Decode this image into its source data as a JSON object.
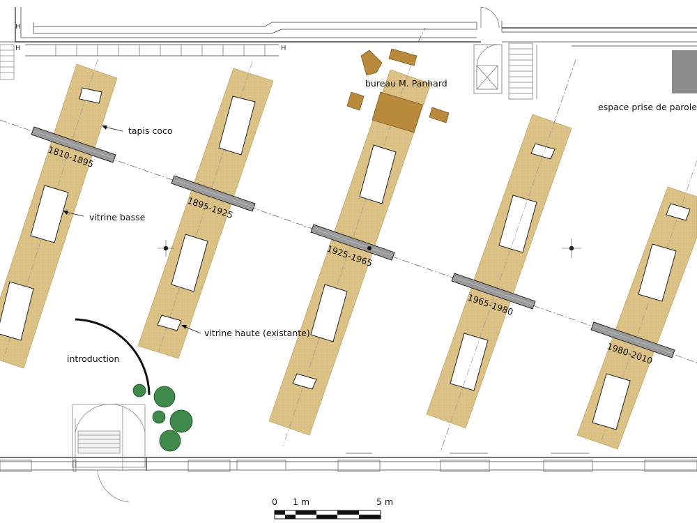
{
  "labels": {
    "tapis": "tapis coco",
    "vitrine_basse": "vitrine basse",
    "vitrine_haute": "vitrine haute (existante)",
    "introduction": "introduction",
    "bureau": "bureau M. Panhard",
    "espace": "espace prise de parole"
  },
  "periods": [
    "1810-1895",
    "1895-1925",
    "1925-1965",
    "1965-1980",
    "1980-2010"
  ],
  "scale": {
    "zero": "0",
    "one": "1 m",
    "five": "5 m"
  },
  "colors": {
    "band": "#dcc286",
    "furniture": "#b98a3c",
    "carpet": "#9a9a9a",
    "plant": "#3f8a4a",
    "block": "#8c8c8c"
  }
}
